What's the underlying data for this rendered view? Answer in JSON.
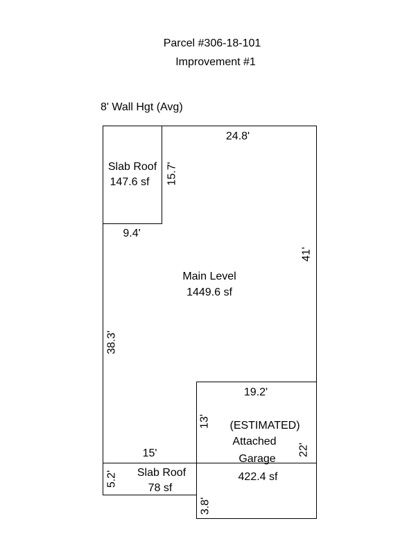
{
  "header": {
    "parcel": "Parcel #306-18-101",
    "improvement": "Improvement #1"
  },
  "wall_height": "8' Wall Hgt (Avg)",
  "areas": {
    "slab_roof_top": {
      "name": "Slab Roof",
      "area": "147.6 sf"
    },
    "main_level": {
      "name": "Main Level",
      "area": "1449.6 sf"
    },
    "garage": {
      "note": "(ESTIMATED)",
      "name1": "Attached",
      "name2": "Garage",
      "area": "422.4 sf"
    },
    "slab_roof_bottom": {
      "name": "Slab Roof",
      "area": "78 sf"
    }
  },
  "dimensions": {
    "top": "24.8'",
    "slab_top_height": "15.7'",
    "slab_top_width": "9.4'",
    "right": "41'",
    "left": "38.3'",
    "garage_top": "19.2'",
    "garage_left": "13'",
    "garage_right": "22'",
    "slab_bottom_top": "15'",
    "slab_bottom_left": "5.2'",
    "garage_bottom_left": "3.8'"
  }
}
